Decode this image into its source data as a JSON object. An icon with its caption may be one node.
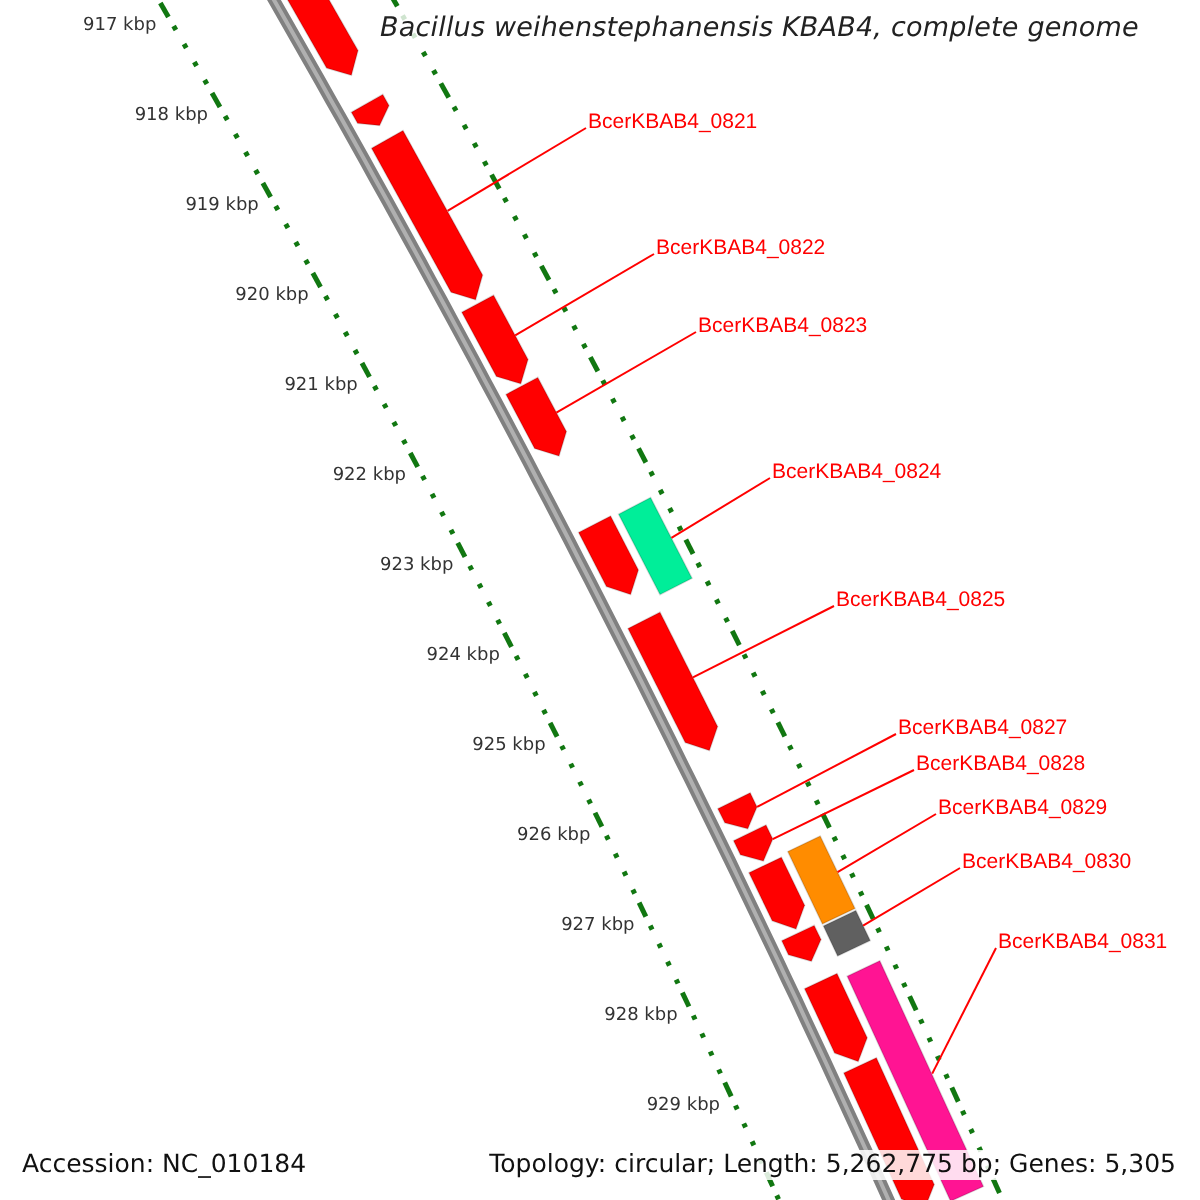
{
  "diagram": {
    "title": "Bacillus weihenstephanensis KBAB4, complete genome",
    "nodes": [
      {
        "text": [
          "BcerKBAB4_0821"
        ]
      },
      {
        "text": [
          "BcerKBAB4_0822"
        ]
      },
      {
        "text": [
          "BcerKBAB4_0823"
        ]
      },
      {
        "text": [
          "BcerKBAB4_0824"
        ]
      },
      {
        "text": [
          "BcerKBAB4_0825"
        ]
      },
      {
        "text": [
          "BcerKBAB4_0827"
        ]
      },
      {
        "text": [
          "BcerKBAB4_0828"
        ]
      },
      {
        "text": [
          "BcerKBAB4_0829"
        ]
      },
      {
        "text": [
          "BcerKBAB4_0830"
        ]
      },
      {
        "text": [
          "BcerKBAB4_0831"
        ]
      },
      {
        "text": [],
        "shape": "arrow"
      },
      {
        "text": [],
        "shape": "arrow"
      },
      {
        "text": [],
        "shape": "arrow"
      },
      {
        "text": [],
        "shape": "arrow"
      },
      {
        "text": [],
        "shape": "arrow"
      },
      {
        "text": [],
        "shape": "arrow"
      },
      {
        "text": [],
        "shape": "bar"
      },
      {
        "text": [],
        "shape": "arrow"
      },
      {
        "text": [],
        "shape": "arrow"
      },
      {
        "text": [],
        "shape": "arrow"
      },
      {
        "text": [],
        "shape": "arrow"
      },
      {
        "text": [],
        "shape": "bar"
      },
      {
        "text": [],
        "shape": "arrow"
      },
      {
        "text": [],
        "shape": "bar"
      },
      {
        "text": [],
        "shape": "arrow"
      },
      {
        "text": [],
        "shape": "bar"
      },
      {
        "text": [],
        "shape": "arrow"
      }
    ],
    "edges": [
      {
        "from": 0,
        "to": 12,
        "arrow": "none"
      },
      {
        "from": 1,
        "to": 13,
        "arrow": "none"
      },
      {
        "from": 2,
        "to": 14,
        "arrow": "none"
      },
      {
        "from": 3,
        "to": 16,
        "arrow": "none"
      },
      {
        "from": 4,
        "to": 17,
        "arrow": "none"
      },
      {
        "from": 5,
        "to": 18,
        "arrow": "none"
      },
      {
        "from": 6,
        "to": 19,
        "arrow": "none"
      },
      {
        "from": 7,
        "to": 21,
        "arrow": "none"
      },
      {
        "from": 8,
        "to": 23,
        "arrow": "none"
      },
      {
        "from": 9,
        "to": 25,
        "arrow": "none"
      }
    ],
    "labels": [
      "917 kbp",
      "918 kbp",
      "919 kbp",
      "920 kbp",
      "921 kbp",
      "922 kbp",
      "923 kbp",
      "924 kbp",
      "925 kbp",
      "926 kbp",
      "927 kbp",
      "928 kbp",
      "929 kbp",
      "Accession: NC_010184",
      "Topology: circular; Length: 5,262,775 bp; Genes: 5,305"
    ]
  }
}
